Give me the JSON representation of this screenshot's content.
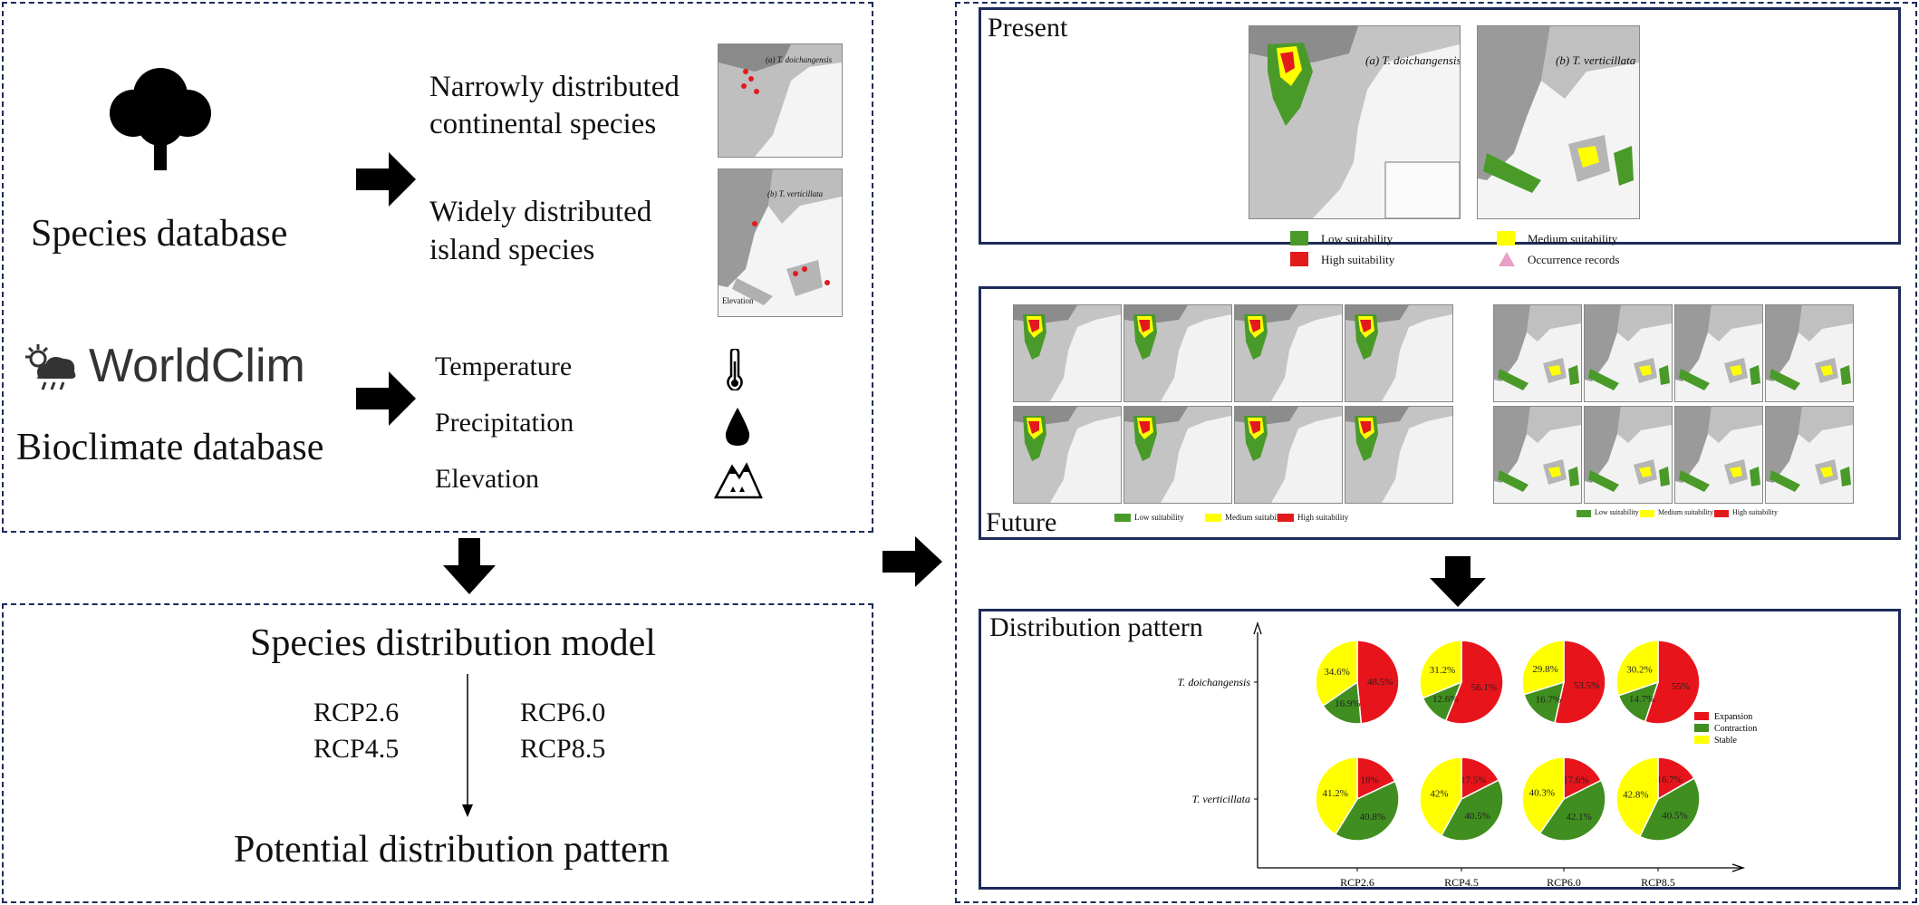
{
  "left_panel": {
    "species_label": "Species database",
    "narrow_label_1": "Narrowly distributed",
    "narrow_label_2": "continental species",
    "wide_label_1": "Widely distributed",
    "wide_label_2": "island species",
    "worldclim_label": "WorldClim",
    "bioclim_label": "Bioclimate database",
    "factors": [
      "Temperature",
      "Precipitation",
      "Elevation"
    ],
    "map_a_caption": "(a) T. doichangensis",
    "map_b_caption": "(b) T. verticillata",
    "elevation_label": "Elevation"
  },
  "model_panel": {
    "title": "Species distribution model",
    "scenarios_left": [
      "RCP2.6",
      "RCP4.5"
    ],
    "scenarios_right": [
      "RCP6.0",
      "RCP8.5"
    ],
    "result": "Potential distribution pattern"
  },
  "present_panel": {
    "title": "Present",
    "map_a_caption": "(a) T. doichangensis",
    "map_b_caption": "(b) T. verticillata",
    "legend": [
      {
        "label": "Low suitability",
        "color": "#4a9a2a"
      },
      {
        "label": "Medium suitability",
        "color": "#ffff00"
      },
      {
        "label": "High suitability",
        "color": "#e31a1c"
      },
      {
        "label": "Occurrence records",
        "color": "#e8a0c8"
      }
    ]
  },
  "future_panel": {
    "title": "Future",
    "legend": [
      {
        "label": "Low suitability",
        "color": "#4a9a2a"
      },
      {
        "label": "Medium suitability",
        "color": "#ffff00"
      },
      {
        "label": "High suitability",
        "color": "#e31a1c"
      }
    ]
  },
  "distribution_panel": {
    "title": "Distribution pattern"
  },
  "chart_data": {
    "type": "pie",
    "categories": [
      "RCP2.6",
      "RCP4.5",
      "RCP6.0",
      "RCP8.5"
    ],
    "rows": [
      "T. doichangensis",
      "T. verticillata"
    ],
    "slice_names": [
      "Expansion",
      "Contraction",
      "Stable"
    ],
    "colors": {
      "Expansion": "#e8141b",
      "Contraction": "#3f8e1f",
      "Stable": "#ffff00"
    },
    "data": [
      [
        {
          "Expansion": 48.5,
          "Contraction": 16.9,
          "Stable": 34.6,
          "labels": [
            "48.5%",
            "16.9%",
            "34.6%"
          ]
        },
        {
          "Expansion": 56.1,
          "Contraction": 12.6,
          "Stable": 31.2,
          "labels": [
            "56.1%",
            "12.6%",
            "31.2%"
          ]
        },
        {
          "Expansion": 53.5,
          "Contraction": 16.7,
          "Stable": 29.8,
          "labels": [
            "53.5%",
            "16.7%",
            "29.8%"
          ]
        },
        {
          "Expansion": 55,
          "Contraction": 14.7,
          "Stable": 30.2,
          "labels": [
            "55%",
            "14.7%",
            "30.2%"
          ]
        }
      ],
      [
        {
          "Expansion": 18,
          "Contraction": 40.8,
          "Stable": 41.2,
          "labels": [
            "18%",
            "40.8%",
            "41.2%"
          ]
        },
        {
          "Expansion": 17.5,
          "Contraction": 40.5,
          "Stable": 42,
          "labels": [
            "17.5%",
            "40.5%",
            "42%"
          ]
        },
        {
          "Expansion": 17.6,
          "Contraction": 42.1,
          "Stable": 40.3,
          "labels": [
            "17.6%",
            "42.1%",
            "40.3%"
          ]
        },
        {
          "Expansion": 16.7,
          "Contraction": 40.5,
          "Stable": 42.8,
          "labels": [
            "16.7%",
            "40.5%",
            "42.8%"
          ]
        }
      ]
    ],
    "legend_placement": "right"
  }
}
